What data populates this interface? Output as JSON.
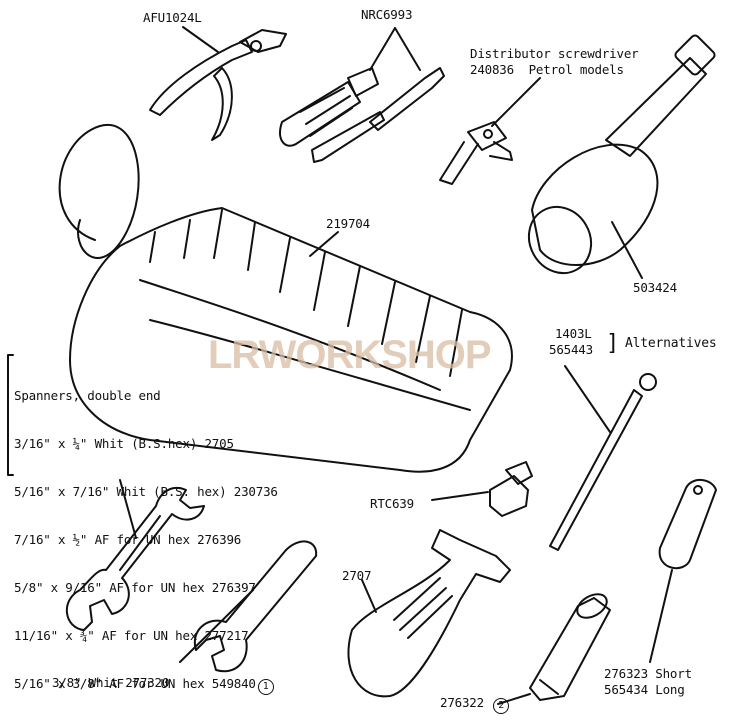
{
  "watermark": "LRWORKSHOP",
  "labels": {
    "pliers": "AFU1024L",
    "screwdriver_set": "NRC6993",
    "distributor_line1": "Distributor screwdriver",
    "distributor_line2": "240836  Petrol models",
    "tool_roll": "219704",
    "jack_handle": "503424",
    "alt_1": "1403L",
    "alt_2": "565443",
    "alternatives": "Alternatives",
    "rtc": "RTC639",
    "adjustable": "2707",
    "whit_spanner": "3/8\" Whit 277320",
    "box_spanner": "276322",
    "box_spanner_num": "2",
    "tommy_short": "276323 Short",
    "tommy_long": "565434 Long"
  },
  "spanners": {
    "heading": "Spanners, double end",
    "rows": [
      "3/16\" x ¼\" Whit (B.S.hex) 2705",
      "5/16\" x 7/16\" Whit (B.S. hex) 230736",
      "7/16\" x ½\" AF for UN hex 276396",
      "5/8\" x 9/16\" AF for UN hex 276397",
      "11/16\" x ¾\" AF for UN hex 277217",
      "5/16\" x 3/8\" AF for UN hex 549840"
    ],
    "last_num": "1"
  },
  "colors": {
    "ink": "#111111",
    "watermark": "#d9bda3"
  }
}
